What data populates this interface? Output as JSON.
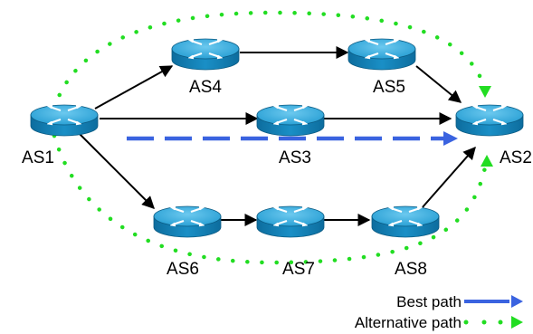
{
  "nodes": {
    "as1": {
      "label": "AS1",
      "icon": "router-icon"
    },
    "as2": {
      "label": "AS2",
      "icon": "router-icon"
    },
    "as3": {
      "label": "AS3",
      "icon": "router-icon"
    },
    "as4": {
      "label": "AS4",
      "icon": "router-icon"
    },
    "as5": {
      "label": "AS5",
      "icon": "router-icon"
    },
    "as6": {
      "label": "AS6",
      "icon": "router-icon"
    },
    "as7": {
      "label": "AS7",
      "icon": "router-icon"
    },
    "as8": {
      "label": "AS8",
      "icon": "router-icon"
    }
  },
  "links": [
    {
      "from": "AS1",
      "to": "AS4"
    },
    {
      "from": "AS4",
      "to": "AS5"
    },
    {
      "from": "AS5",
      "to": "AS2"
    },
    {
      "from": "AS1",
      "to": "AS3"
    },
    {
      "from": "AS3",
      "to": "AS2"
    },
    {
      "from": "AS1",
      "to": "AS6"
    },
    {
      "from": "AS6",
      "to": "AS7"
    },
    {
      "from": "AS7",
      "to": "AS8"
    },
    {
      "from": "AS8",
      "to": "AS2"
    }
  ],
  "legend": {
    "best_path": "Best path",
    "alternative_path": "Alternative path"
  },
  "colors": {
    "best_path": "#3a63e0",
    "alternative_path": "#22dd22",
    "link": "#000000",
    "router_body": "#1a8fc6",
    "router_top": "#36aee0"
  }
}
